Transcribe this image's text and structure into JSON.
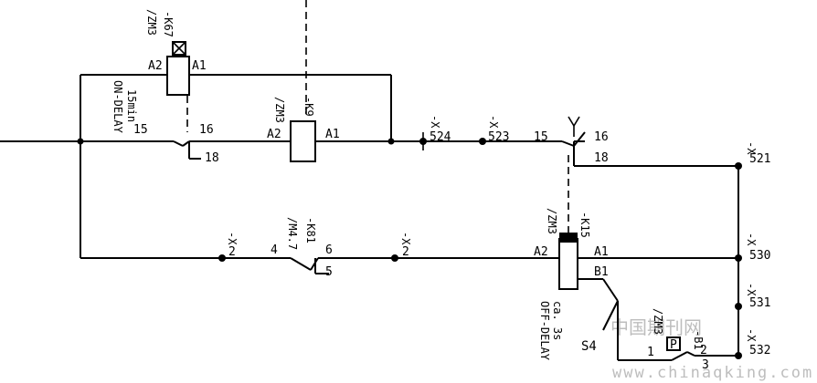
{
  "k67": {
    "tag": "-K67",
    "ref": "/ZM3",
    "a2": "A2",
    "a1": "A1",
    "timing_line1": "15min",
    "timing_line2": "ON-DELAY",
    "contact_com": "15",
    "contact_no": "16",
    "contact_nc": "18"
  },
  "k9": {
    "tag": "-K9",
    "ref": "/ZM3",
    "a2": "A2",
    "a1": "A1"
  },
  "x524": {
    "tag": "-X",
    "num": "524"
  },
  "x523": {
    "tag": "-X",
    "num": "523"
  },
  "k15_contact": {
    "com": "15",
    "no": "16",
    "nc": "18"
  },
  "x521": {
    "tag": "-X",
    "num": "521"
  },
  "x2": {
    "tag": "-X",
    "num": "2"
  },
  "k81": {
    "tag": "-K81",
    "ref": "/M4.7",
    "t4": "4",
    "t6": "6",
    "t5": "5"
  },
  "x2b": {
    "tag": "-X",
    "num": "2"
  },
  "k15": {
    "tag": "-K15",
    "ref": "/ZM3",
    "a2": "A2",
    "a1": "A1",
    "b1": "B1",
    "timing_line1": "ca. 3s",
    "timing_line2": "OFF-DELAY"
  },
  "x530": {
    "tag": "-X",
    "num": "530"
  },
  "x531": {
    "tag": "-X",
    "num": "531"
  },
  "x532": {
    "tag": "-X",
    "num": "532"
  },
  "s4": {
    "label": "S4"
  },
  "p_switch": {
    "tag": "-B1",
    "ref": "/ZM3",
    "t1": "1",
    "t2": "2",
    "t3": "3",
    "symbol": "P"
  },
  "watermark": {
    "cn": "中国期刊网",
    "url": "www.chinaqking.com"
  }
}
